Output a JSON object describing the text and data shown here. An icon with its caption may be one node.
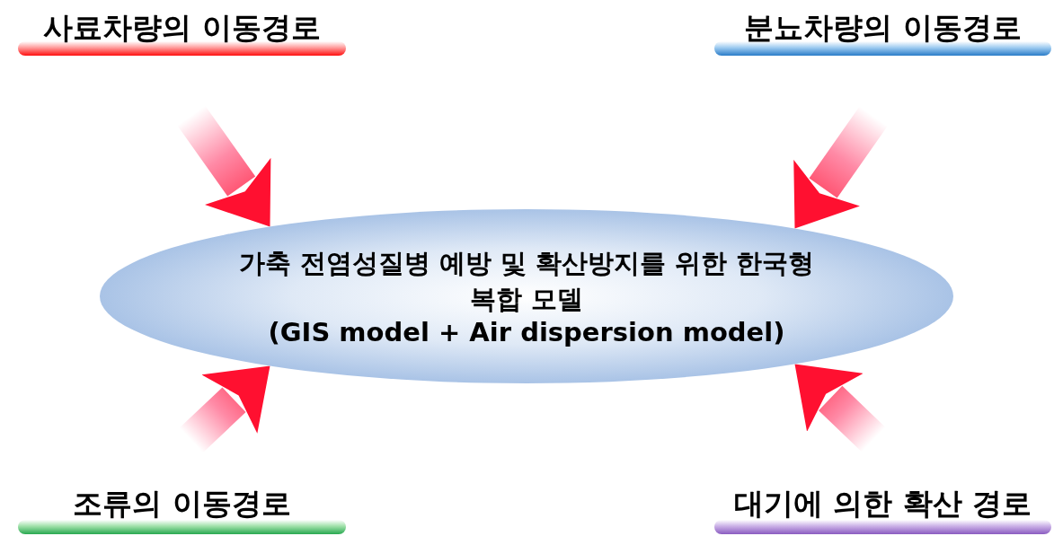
{
  "diagram": {
    "nodes": [
      {
        "text": [
          "사료차량의 이동경로"
        ]
      },
      {
        "text": [
          "분뇨차량의 이동경로"
        ]
      },
      {
        "text": [
          "가축 전염성질병 예방 및 확산방지를 위한 한국형 복합 모델",
          "(GIS model + Air dispersion model)"
        ]
      },
      {
        "text": [
          "조류의 이동경로"
        ]
      },
      {
        "text": [
          "대기에 의한 확산 경로"
        ]
      }
    ],
    "edges": [
      {
        "from": 0,
        "to": 2,
        "arrow": "to"
      },
      {
        "from": 1,
        "to": 2,
        "arrow": "to"
      },
      {
        "from": 3,
        "to": 2,
        "arrow": "to"
      },
      {
        "from": 4,
        "to": 2,
        "arrow": "to"
      }
    ]
  }
}
